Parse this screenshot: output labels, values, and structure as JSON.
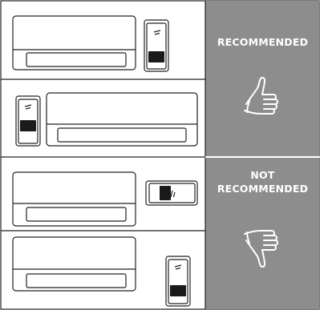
{
  "panels": {
    "recommended": {
      "label": "RECOMMENDED",
      "icon": "thumbs-up-icon",
      "background": "#8d8d8e"
    },
    "not_recommended": {
      "label_line1": "NOT",
      "label_line2": "RECOMMENDED",
      "icon": "thumbs-down-icon",
      "background": "#8d8d8e"
    }
  },
  "rows": [
    {
      "ac_unit": "wall-mounted-indoor-unit",
      "controller_holder": "right-side-vertical",
      "verdict": "recommended"
    },
    {
      "ac_unit": "wall-mounted-indoor-unit",
      "controller_holder": "left-side-vertical",
      "verdict": "recommended"
    },
    {
      "ac_unit": "wall-mounted-indoor-unit",
      "controller_holder": "right-side-horizontal",
      "verdict": "not_recommended"
    },
    {
      "ac_unit": "wall-mounted-indoor-unit",
      "controller_holder": "right-side-low-vertical",
      "verdict": "not_recommended"
    }
  ]
}
